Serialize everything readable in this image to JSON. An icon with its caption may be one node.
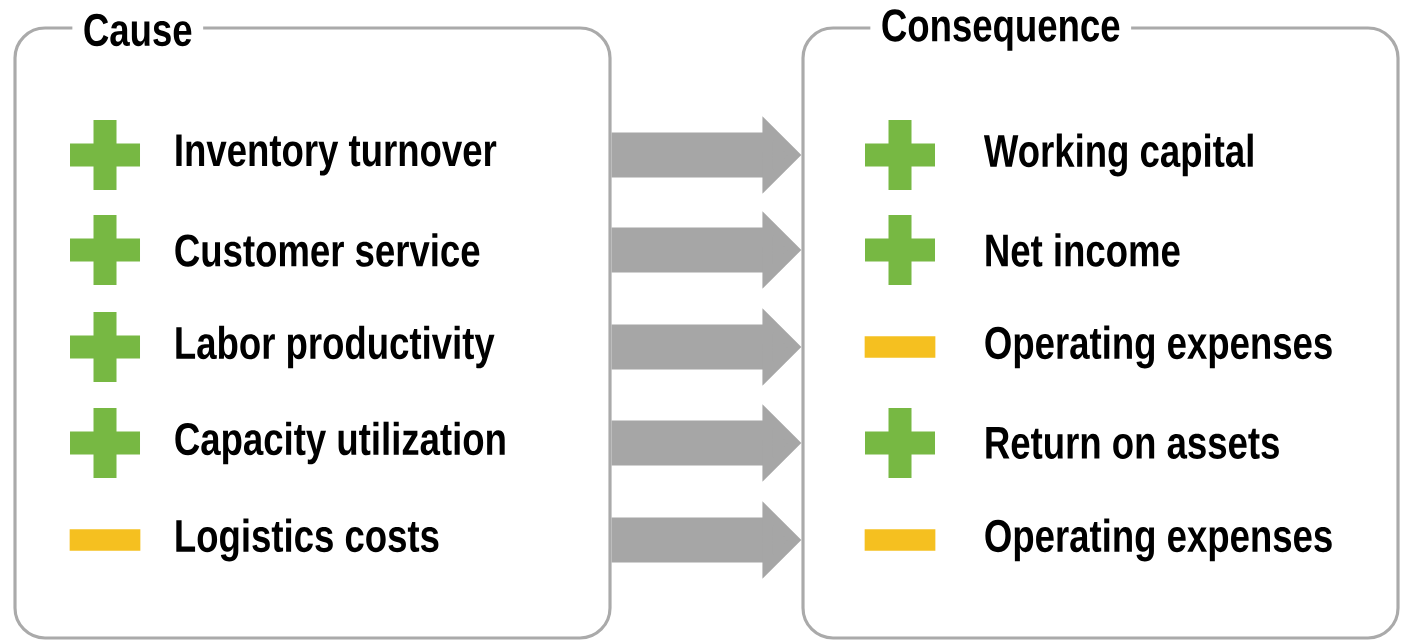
{
  "diagram": {
    "nodes": [
      {
        "text": [
          "Cause"
        ]
      },
      {
        "text": [],
        "shape": "plus",
        "in": 0
      },
      {
        "text": [
          "Inventory turnover"
        ],
        "in": 0
      },
      {
        "text": [],
        "shape": "plus",
        "in": 0
      },
      {
        "text": [
          "Customer service"
        ],
        "in": 0
      },
      {
        "text": [],
        "shape": "plus",
        "in": 0
      },
      {
        "text": [
          "Labor productivity"
        ],
        "in": 0
      },
      {
        "text": [],
        "shape": "plus",
        "in": 0
      },
      {
        "text": [
          "Capacity utilization"
        ],
        "in": 0
      },
      {
        "text": [],
        "shape": "minus",
        "in": 0
      },
      {
        "text": [
          "Logistics costs"
        ],
        "in": 0
      },
      {
        "text": [
          "Consequence"
        ]
      },
      {
        "text": [],
        "shape": "plus",
        "in": 11
      },
      {
        "text": [
          "Working capital"
        ],
        "in": 11
      },
      {
        "text": [],
        "shape": "plus",
        "in": 11
      },
      {
        "text": [
          "Net income"
        ],
        "in": 11
      },
      {
        "text": [],
        "shape": "minus",
        "in": 11
      },
      {
        "text": [
          "Operating expenses"
        ],
        "in": 11
      },
      {
        "text": [],
        "shape": "plus",
        "in": 11
      },
      {
        "text": [
          "Return on assets"
        ],
        "in": 11
      },
      {
        "text": [],
        "shape": "minus",
        "in": 11
      },
      {
        "text": [
          "Operating expenses"
        ],
        "in": 11
      }
    ],
    "edges": [
      {
        "from": 0,
        "to": 11,
        "arrow": "to"
      },
      {
        "from": 0,
        "to": 11,
        "arrow": "to"
      },
      {
        "from": 0,
        "to": 11,
        "arrow": "to"
      },
      {
        "from": 0,
        "to": 11,
        "arrow": "to"
      },
      {
        "from": 0,
        "to": 11,
        "arrow": "to"
      }
    ]
  }
}
